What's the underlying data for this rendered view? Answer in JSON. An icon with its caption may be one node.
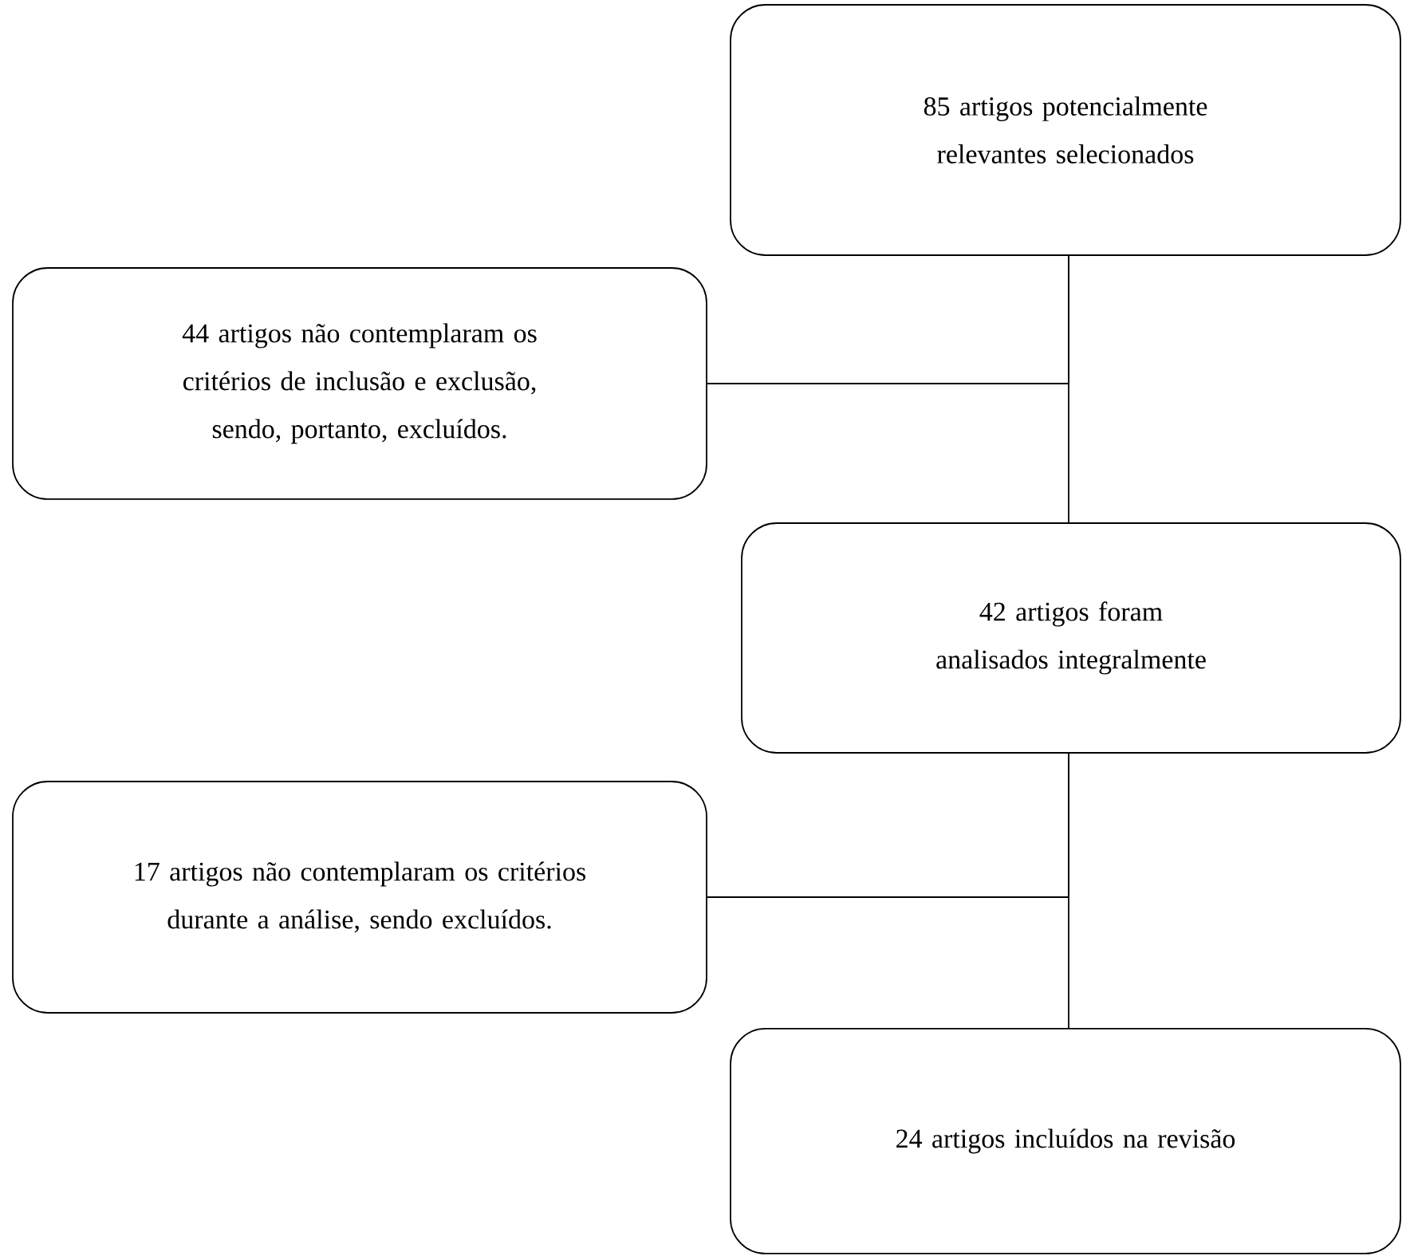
{
  "diagram": {
    "nodes": [
      {
        "text": [
          "85 artigos potencialmente relevantes selecionados"
        ]
      },
      {
        "text": [
          "44 artigos não contemplaram os critérios de inclusão e exclusão, sendo, portanto, excluídos."
        ]
      },
      {
        "text": [
          "42 artigos foram analisados integralmente"
        ]
      },
      {
        "text": [
          "17 artigos não contemplaram os critérios durante a análise, sendo excluídos."
        ]
      },
      {
        "text": [
          "24 artigos incluídos na revisão"
        ]
      }
    ],
    "edges": [
      {
        "from": 0,
        "to": 2,
        "arrow": "none"
      },
      {
        "from": 0,
        "to": 1,
        "arrow": "none"
      },
      {
        "from": 2,
        "to": 4,
        "arrow": "none"
      },
      {
        "from": 2,
        "to": 3,
        "arrow": "none"
      }
    ]
  }
}
